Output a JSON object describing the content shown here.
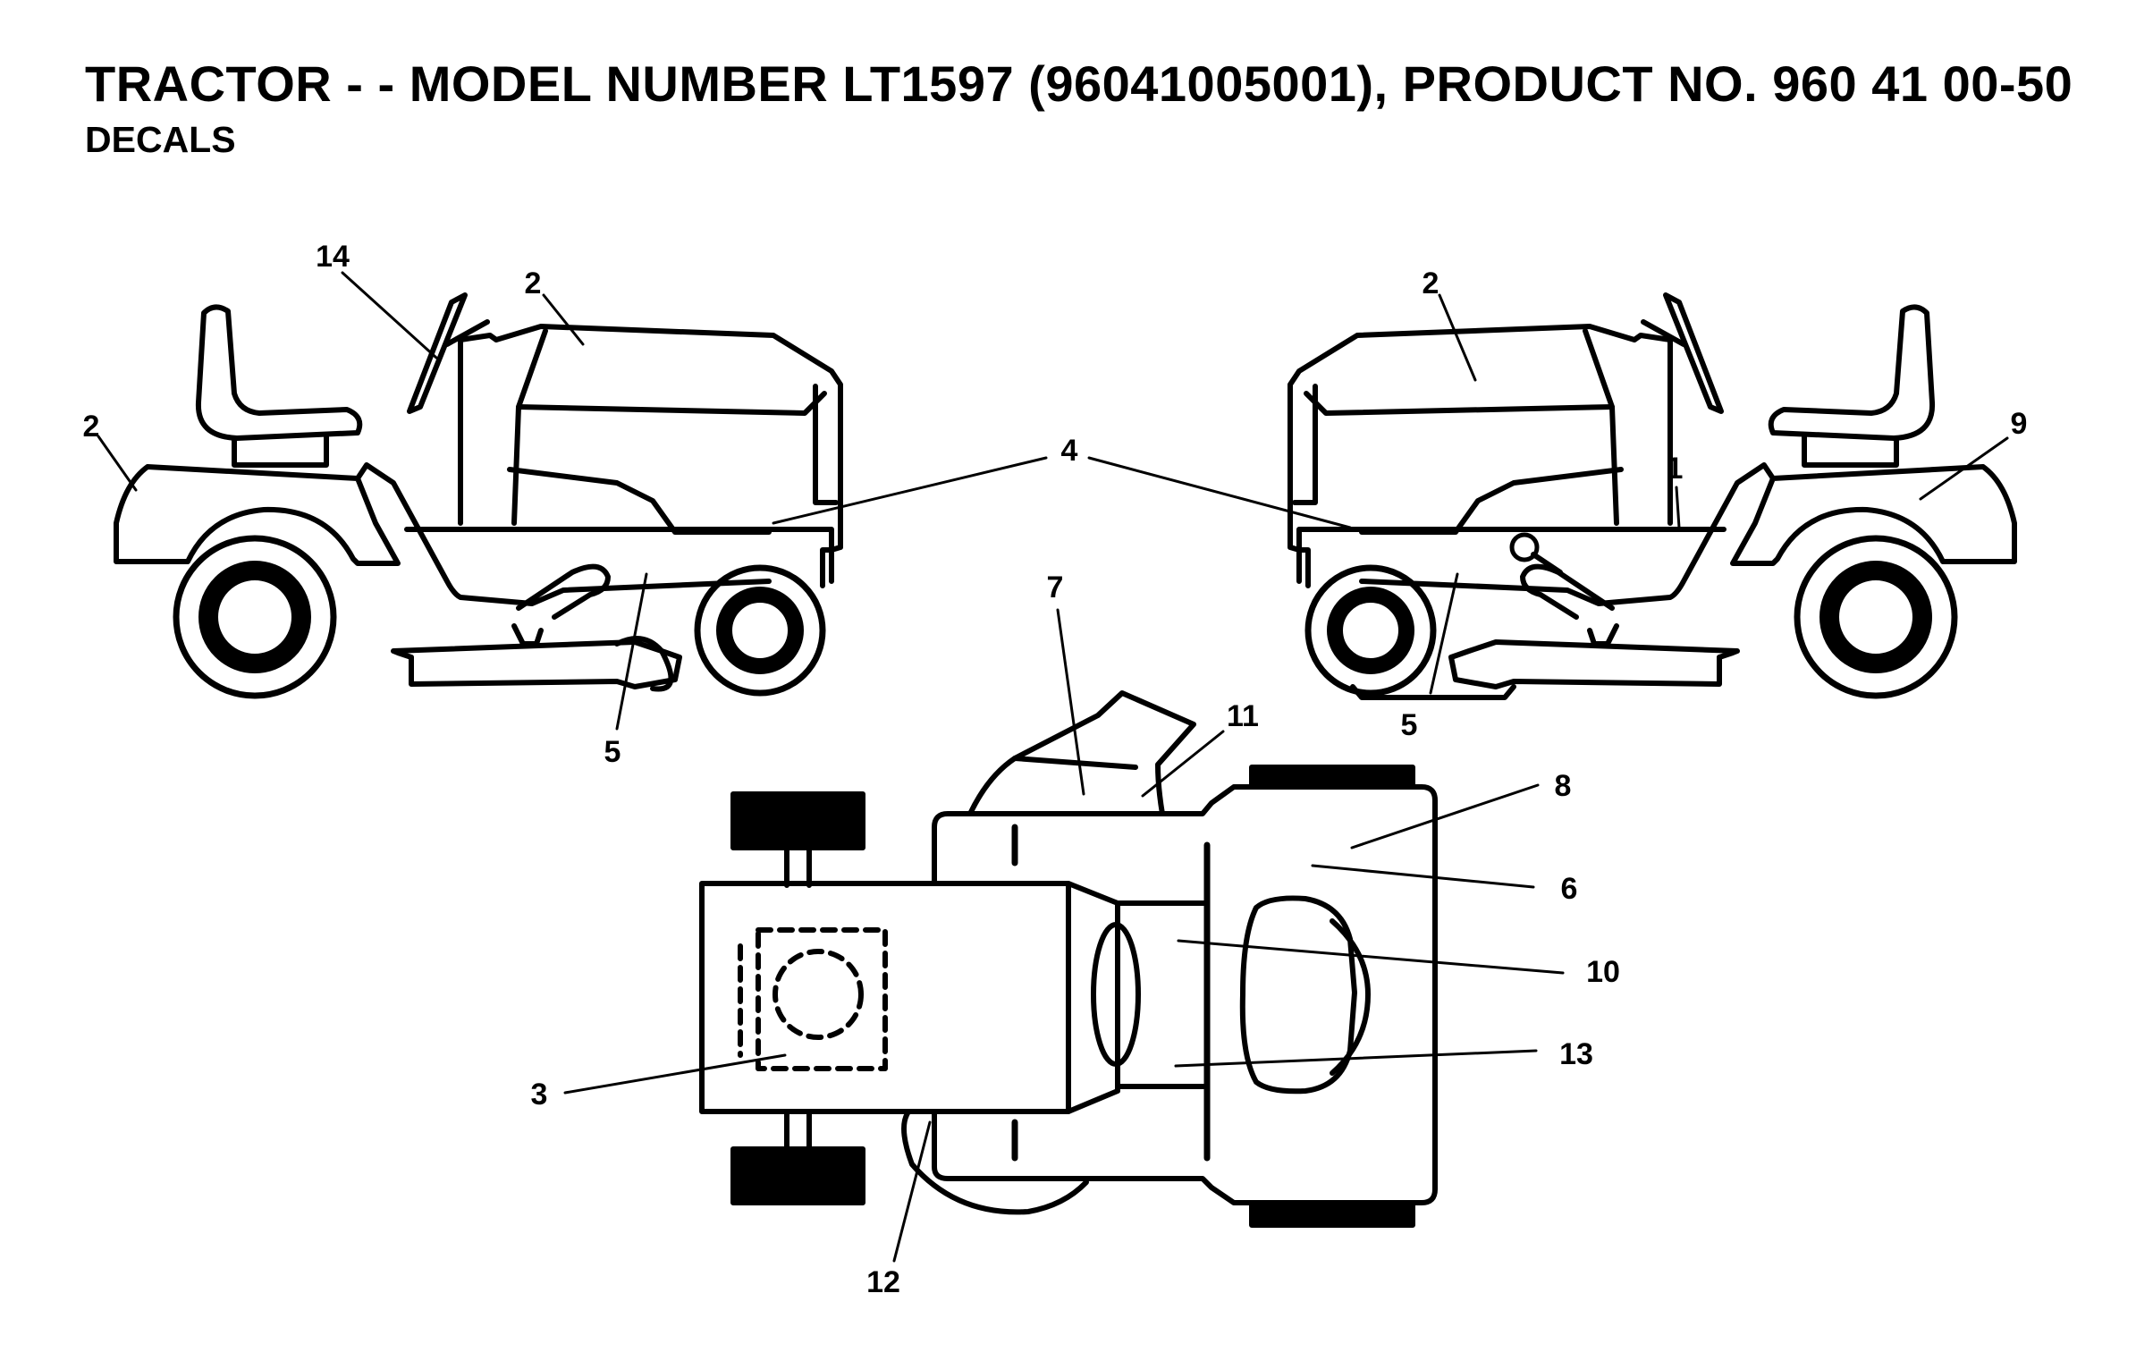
{
  "header": {
    "title": "TRACTOR - - MODEL NUMBER LT1597 (96041005001), PRODUCT NO. 960 41 00-50",
    "subtitle": "DECALS"
  },
  "callouts": {
    "c1": "1",
    "c2a": "2",
    "c2b": "2",
    "c2c": "2",
    "c3": "3",
    "c4": "4",
    "c5a": "5",
    "c5b": "5",
    "c6": "6",
    "c7": "7",
    "c8": "8",
    "c9": "9",
    "c10": "10",
    "c11": "11",
    "c12": "12",
    "c13": "13",
    "c14": "14"
  }
}
